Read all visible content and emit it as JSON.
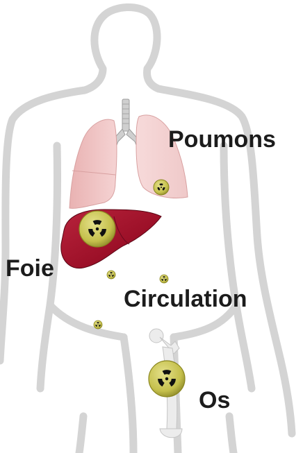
{
  "labels": {
    "lungs": "Poumons",
    "liver": "Foie",
    "circulation": "Circulation",
    "bone": "Os"
  },
  "colors": {
    "body_outline": "#d4d4d4",
    "lung": "#f1c5c5",
    "liver": "#a3122c",
    "bone": "#e9e9e9",
    "trachea": "#c8c8c8",
    "radiation_marker": "#c8c451",
    "trefoil": "#111111"
  },
  "icons": {
    "radiation_marker": "radiation-trefoil-icon"
  }
}
